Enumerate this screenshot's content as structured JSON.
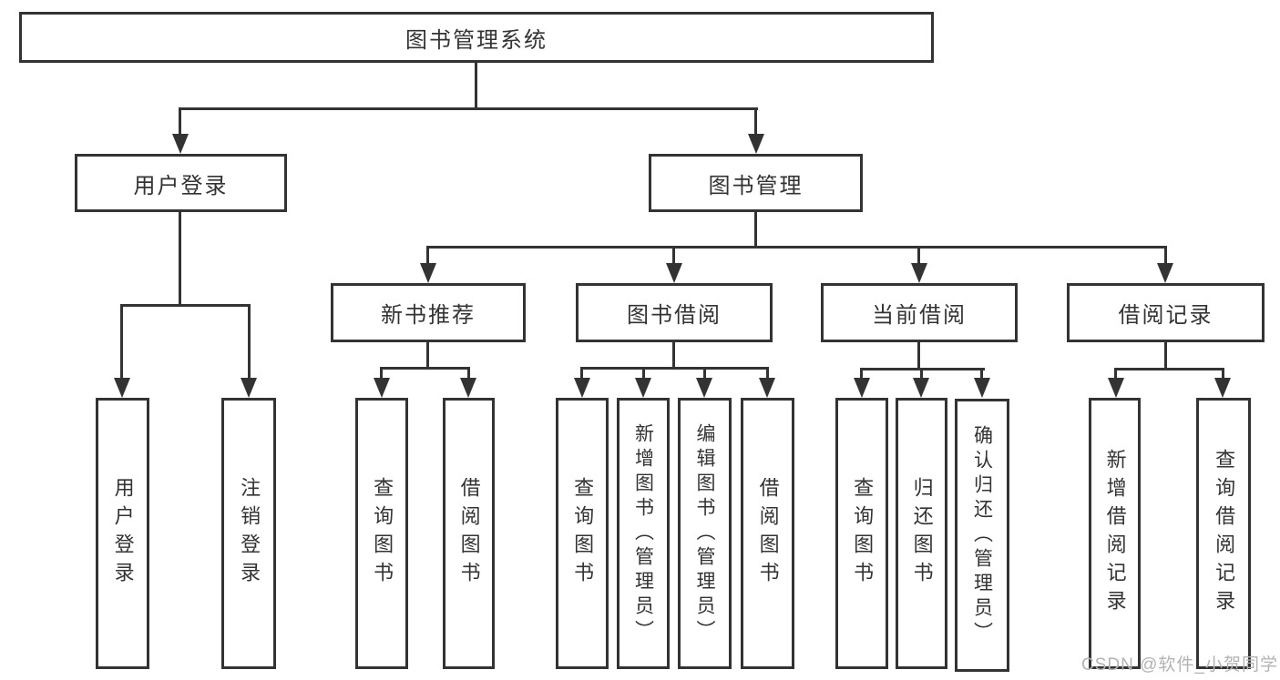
{
  "colors": {
    "line": "#333333",
    "text": "#333333",
    "watermark": "#b3b3b3",
    "background": "#ffffff"
  },
  "watermark": {
    "text": "CSDN @软件_小贺同学"
  },
  "tree": {
    "root": {
      "label": "图书管理系统",
      "children": [
        {
          "label": "用户登录",
          "children": [
            {
              "label": "用户登录"
            },
            {
              "label": "注销登录"
            }
          ]
        },
        {
          "label": "图书管理",
          "children": [
            {
              "label": "新书推荐",
              "children": [
                {
                  "label": "查询图书"
                },
                {
                  "label": "借阅图书"
                }
              ]
            },
            {
              "label": "图书借阅",
              "children": [
                {
                  "label": "查询图书"
                },
                {
                  "label": "新增图书（管理员）"
                },
                {
                  "label": "编辑图书（管理员）"
                },
                {
                  "label": "借阅图书"
                }
              ]
            },
            {
              "label": "当前借阅",
              "children": [
                {
                  "label": "查询图书"
                },
                {
                  "label": "归还图书"
                },
                {
                  "label": "确认归还（管理员）"
                }
              ]
            },
            {
              "label": "借阅记录",
              "children": [
                {
                  "label": "新增借阅记录"
                },
                {
                  "label": "查询借阅记录"
                }
              ]
            }
          ]
        }
      ]
    }
  }
}
